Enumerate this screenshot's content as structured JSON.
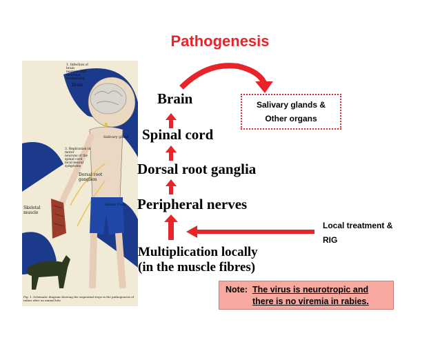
{
  "title": "Pathogenesis",
  "steps": {
    "brain": "Brain",
    "spinal_cord": "Spinal cord",
    "dorsal_root_ganglia": "Dorsal root ganglia",
    "peripheral_nerves": "Peripheral nerves",
    "multiplication_line1": "Multiplication locally",
    "multiplication_line2": "(in the muscle fibres)"
  },
  "salivary_box": {
    "line1": "Salivary glands &",
    "line2": "Other organs"
  },
  "local_treatment": {
    "line1": "Local treatment &",
    "line2": "RIG"
  },
  "note": {
    "label": "Note:",
    "line1": "The virus is neurotropic and",
    "line2": "there is no viremia in rabies."
  },
  "illustration": {
    "brain_label": "Brain",
    "dorsal_root_label": "Dorsal root\nganglion",
    "spinal_cord_label": "Spinal Cord",
    "skeletal_muscle_label": "Skeletal\nmuscle",
    "salivary_label": "Salivary gland",
    "caption": "Fig. 1. Schematic diagram showing the sequential steps in the pathogenesis of rabies after an animal bite"
  },
  "colors": {
    "accent_red": "#e8242b",
    "note_bg": "#f7a9a0",
    "figure_blue": "#1c3a8c"
  }
}
